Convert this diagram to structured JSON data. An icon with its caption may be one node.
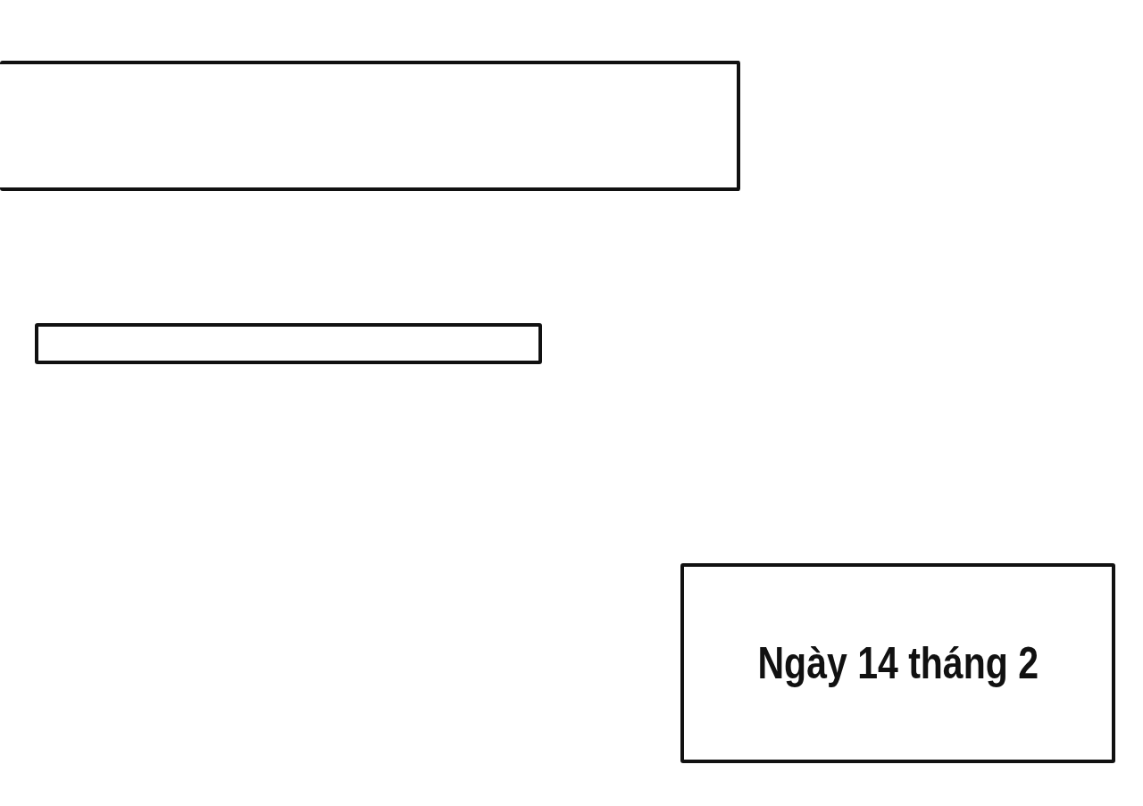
{
  "diagram": {
    "nodes": [
      {
        "text": [],
        "shape": "box"
      },
      {
        "text": [],
        "shape": "box"
      },
      {
        "text": [
          "Ngày 14 tháng 2"
        ]
      }
    ]
  }
}
